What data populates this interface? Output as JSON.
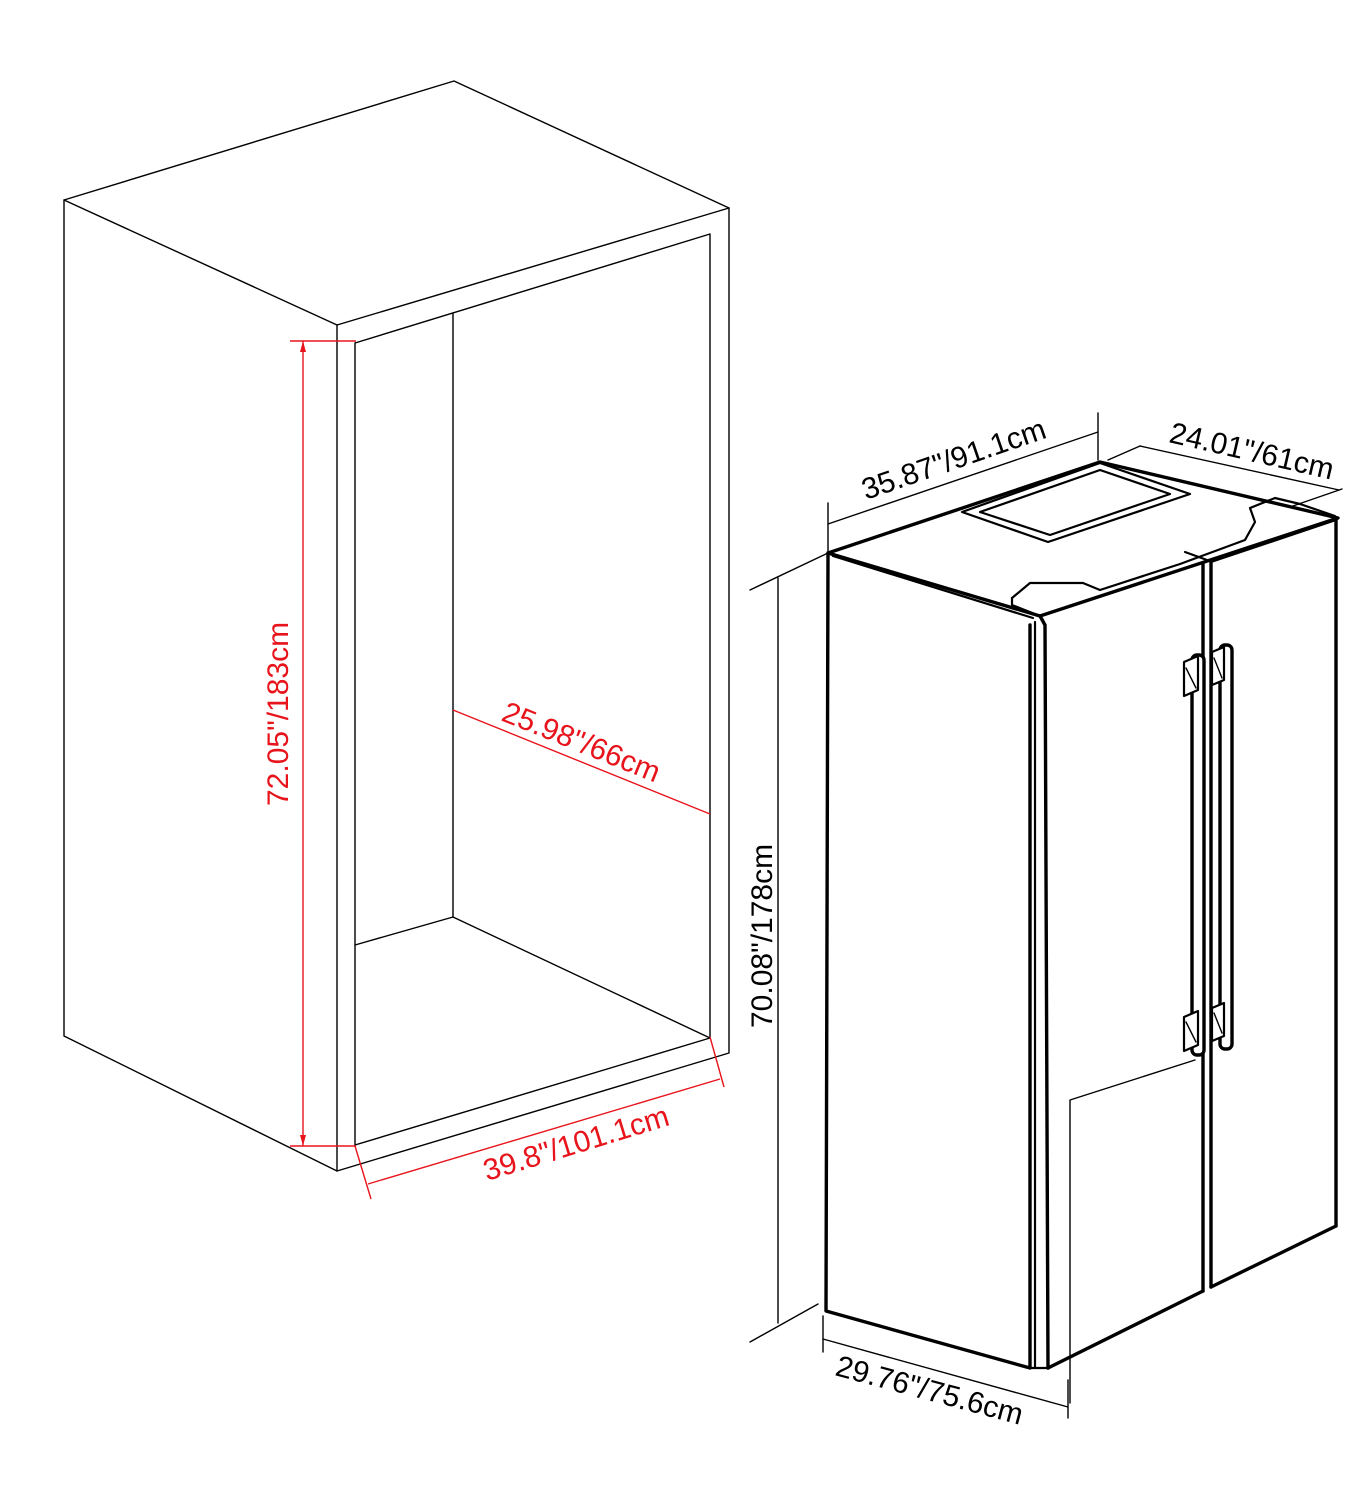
{
  "diagram": {
    "colors": {
      "cabinet_dimension": "#e8141c",
      "appliance_dimension": "#000000",
      "line": "#000000",
      "background": "#ffffff"
    },
    "cabinet": {
      "name": "cabinet-opening",
      "dimensions": {
        "height": "72.05\"/183cm",
        "depth": "25.98\"/66cm",
        "width": "39.8\"/101.1cm"
      }
    },
    "refrigerator": {
      "name": "side-by-side-refrigerator",
      "dimensions": {
        "width": "35.87\"/91.1cm",
        "depth": "24.01\"/61cm",
        "height": "70.08\"/178cm",
        "depth_with_doors": "29.76\"/75.6cm"
      }
    }
  }
}
